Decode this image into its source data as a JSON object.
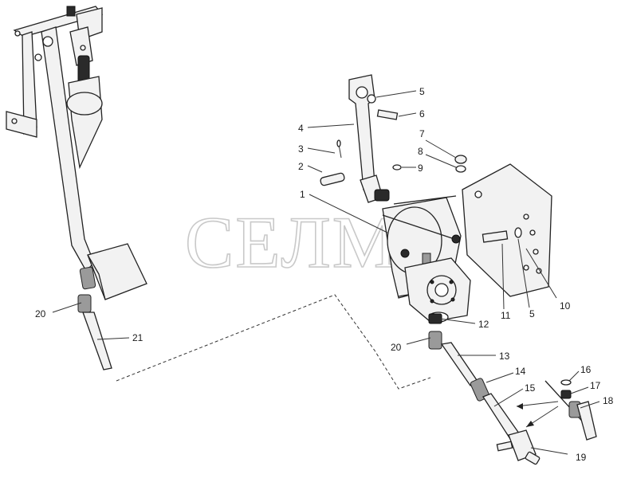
{
  "watermark": "СЕЛМ",
  "callouts": [
    {
      "id": "c1",
      "text": "1"
    },
    {
      "id": "c2",
      "text": "2"
    },
    {
      "id": "c3",
      "text": "3"
    },
    {
      "id": "c4",
      "text": "4"
    },
    {
      "id": "c5a",
      "text": "5"
    },
    {
      "id": "c5b",
      "text": "5"
    },
    {
      "id": "c6",
      "text": "6"
    },
    {
      "id": "c7",
      "text": "7"
    },
    {
      "id": "c8",
      "text": "8"
    },
    {
      "id": "c9",
      "text": "9"
    },
    {
      "id": "c10",
      "text": "10"
    },
    {
      "id": "c11",
      "text": "11"
    },
    {
      "id": "c12",
      "text": "12"
    },
    {
      "id": "c13",
      "text": "13"
    },
    {
      "id": "c14",
      "text": "14"
    },
    {
      "id": "c15",
      "text": "15"
    },
    {
      "id": "c16",
      "text": "16"
    },
    {
      "id": "c17",
      "text": "17"
    },
    {
      "id": "c18",
      "text": "18"
    },
    {
      "id": "c19",
      "text": "19"
    },
    {
      "id": "c20a",
      "text": "20"
    },
    {
      "id": "c20b",
      "text": "20"
    },
    {
      "id": "c21",
      "text": "21"
    }
  ]
}
